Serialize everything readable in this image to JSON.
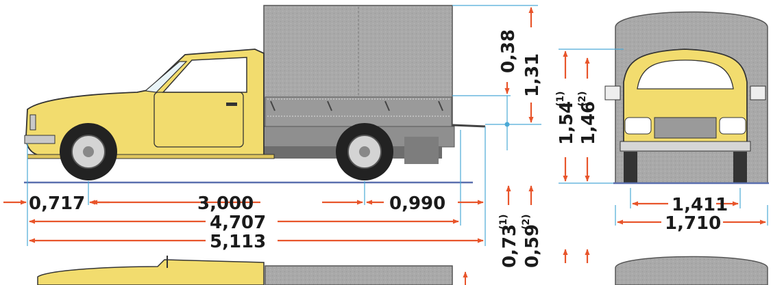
{
  "colors": {
    "body_yellow": "#f2dc6e",
    "tarp_grey": "#a9a9a9",
    "dimension_arrow": "#e8552b",
    "dimension_line": "#4aa9d6",
    "ground_line": "#5a6fae",
    "text": "#1b1b1b"
  },
  "dimensions": {
    "front_overhang": "0,717",
    "wheelbase": "3,000",
    "rear_overhang": "0,990",
    "body_length": "4,707",
    "overall_length": "5,113",
    "tarp_height_above_body": "0,38",
    "tarp_total_height": "1,31",
    "height_1": "1,54",
    "height_2": "1,46",
    "bed_height_1": "0,73",
    "bed_height_2": "0,59",
    "track": "1,411",
    "overall_width": "1,710",
    "note_1": "(1)",
    "note_2": "(2)"
  }
}
